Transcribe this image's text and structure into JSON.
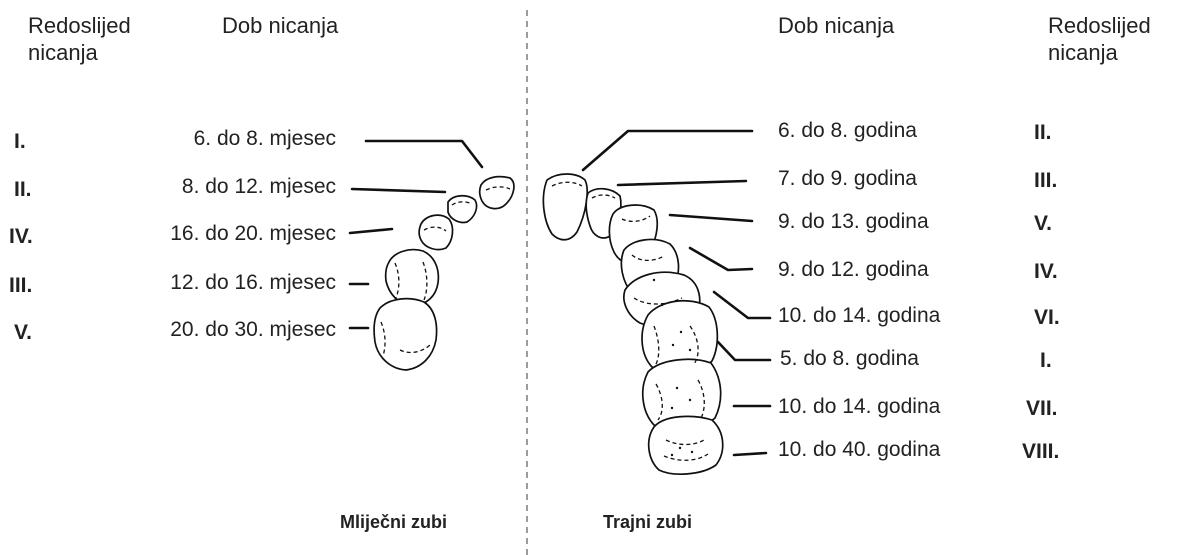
{
  "left_header": {
    "order": "Redoslijed nicanja",
    "age": "Dob nicanja"
  },
  "right_header": {
    "age": "Dob nicanja",
    "order": "Redoslijed nicanja"
  },
  "primary_teeth": {
    "caption": "Mliječni zubi",
    "rows": [
      {
        "order": "I.",
        "age": "6. do 8. mjesec"
      },
      {
        "order": "II.",
        "age": "8. do 12. mjesec"
      },
      {
        "order": "IV.",
        "age": "16. do 20. mjesec"
      },
      {
        "order": "III.",
        "age": "12. do 16. mjesec"
      },
      {
        "order": "V.",
        "age": "20. do 30. mjesec"
      }
    ]
  },
  "permanent_teeth": {
    "caption": "Trajni zubi",
    "rows": [
      {
        "age": "6. do 8. godina",
        "order": "II."
      },
      {
        "age": "7. do 9. godina",
        "order": "III."
      },
      {
        "age": "9. do 13. godina",
        "order": "V."
      },
      {
        "age": "9. do 12. godina",
        "order": "IV."
      },
      {
        "age": "10. do 14. godina",
        "order": "VI."
      },
      {
        "age": "5. do 8. godina",
        "order": "I."
      },
      {
        "age": "10. do 14. godina",
        "order": "VII."
      },
      {
        "age": "10. do 40. godina",
        "order": "VIII."
      }
    ]
  }
}
